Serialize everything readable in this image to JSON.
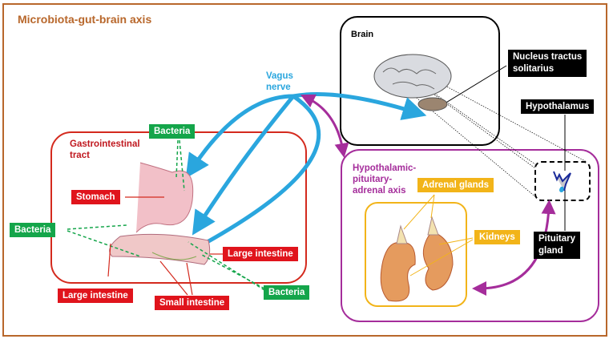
{
  "title": "Microbiota-gut-brain axis",
  "colors": {
    "frame": "#b8672b",
    "gi": "#d42a1e",
    "hpa": "#a52d9b",
    "vagus": "#2aa6de",
    "bacteria": "#14a54a",
    "label_red": "#e0141c",
    "label_yellow": "#f2b419"
  },
  "vagus": {
    "label_line1": "Vagus",
    "label_line2": "nerve"
  },
  "brain": {
    "label": "Brain",
    "nts_line1": "Nucleus tractus",
    "nts_line2": "solitarius",
    "hypothalamus": "Hypothalamus",
    "pituitary_line1": "Pituitary",
    "pituitary_line2": "gland"
  },
  "gi": {
    "label_line1": "Gastrointestinal",
    "label_line2": "tract",
    "stomach": "Stomach",
    "large_intestine_left": "Large intestine",
    "large_intestine_right": "Large intestine",
    "small_intestine": "Small intestine",
    "bacteria_top": "Bacteria",
    "bacteria_left": "Bacteria",
    "bacteria_right": "Bacteria"
  },
  "hpa": {
    "label_line1": "Hypothalamic-",
    "label_line2": "pituitary-",
    "label_line3": "adrenal axis",
    "adrenal_glands": "Adrenal glands",
    "kidneys": "Kidneys"
  }
}
